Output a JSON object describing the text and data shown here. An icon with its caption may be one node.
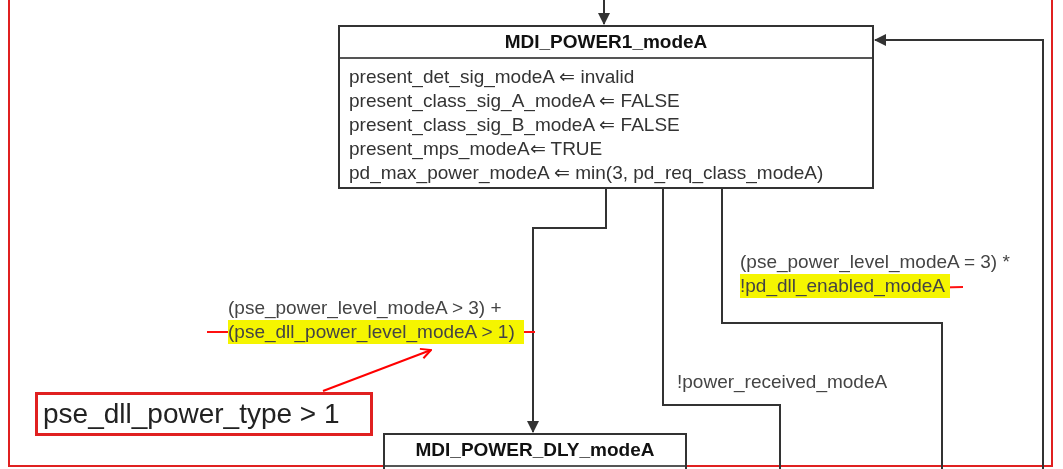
{
  "diagram": {
    "nodes": [
      {
        "text": [
          "MDI_POWER1_modeA",
          "present_det_sig_modeA ⇐ invalid",
          "present_class_sig_A_modeA ⇐ FALSE",
          "present_class_sig_B_modeA ⇐ FALSE",
          "present_mps_modeA⇐ TRUE",
          "pd_max_power_modeA ⇐ min(3, pd_req_class_modeA)"
        ]
      },
      {
        "text": [
          "MDI_POWER_DLY_modeA"
        ]
      },
      {
        "text": [
          "pse_dll_power_type > 1"
        ]
      }
    ],
    "edges": [
      {
        "from": null,
        "to": 0,
        "arrow": "to"
      },
      {
        "from": 0,
        "to": 1,
        "arrow": "to",
        "label": "(pse_power_level_modeA > 3) + (pse_dll_power_level_modeA > 1)"
      },
      {
        "from": 0,
        "to": null,
        "arrow": "none",
        "label": "!power_received_modeA"
      },
      {
        "from": 0,
        "to": null,
        "arrow": "none",
        "label": "(pse_power_level_modeA = 3) * !pd_dll_enabled_modeA"
      },
      {
        "from": null,
        "to": 0,
        "arrow": "to"
      },
      {
        "from": 2,
        "to": null,
        "arrow": "to",
        "color": "#ff0000"
      }
    ]
  }
}
